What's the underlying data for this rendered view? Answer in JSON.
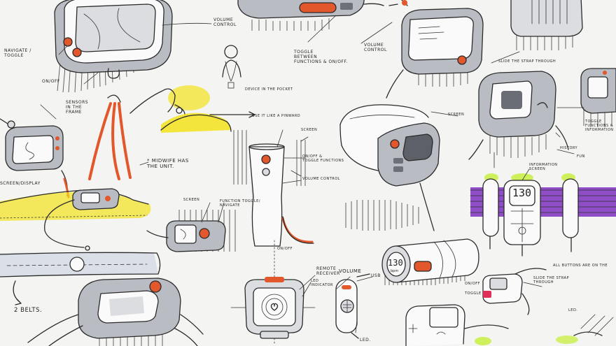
{
  "annotations": {
    "volume_control_top": "Volume\ncontrol",
    "navigate_toggle": "Navigate /\nToggle",
    "on_off_left": "On/off",
    "toggle_functions": "Toggle\nbetween\nfunctions & on/off.",
    "volume_control_mid": "Volume\ncontrol",
    "slide_strap": "Slide the strap through",
    "sensors_frame": "Sensors\nin the\nframe",
    "device_pocket": "Device in the pocket",
    "use_pinward": "Use it   like a pinward",
    "midwife_unit": "* Midwife has\n  the unit.",
    "screen_display": "Screen/display",
    "screen_mid": "Screen",
    "on_off_toggle": "On/off &\ntoggle functions",
    "volume_control_tower": "Volume control",
    "screen_right": "Screen",
    "toggle_right": "Toggle\nfunctions &\ninformation",
    "history": "History",
    "fun": "fun",
    "info_label": "Information\nscreen",
    "screen_lower": "Screen",
    "function_toggle": "Function toggle/\nnavigate",
    "on_off_lower": "On/off",
    "remote_receiver": "Remote\nreceiver",
    "led_small": "LED\nindicator",
    "volume_lower": "Volume",
    "usb": "USB",
    "led_bottom": "LED.",
    "two_belts": "2 Belts.",
    "all_buttons": "All buttons are on the",
    "led_right": "LED.",
    "small_note_1": "Slide the strap\nthrough",
    "small_note_2": "On/off",
    "small_note_3": "Toggle"
  },
  "display": {
    "heart_rate_1": "130",
    "heart_rate_2": "130",
    "bpm": "bpm"
  },
  "colors": {
    "accent_orange": "#e2572b",
    "highlight_yellow": "#f2e21c",
    "highlight_purple": "#7d2fc0",
    "glow_green": "#c9ef4a",
    "marker_gray": "#b9bcc2"
  }
}
